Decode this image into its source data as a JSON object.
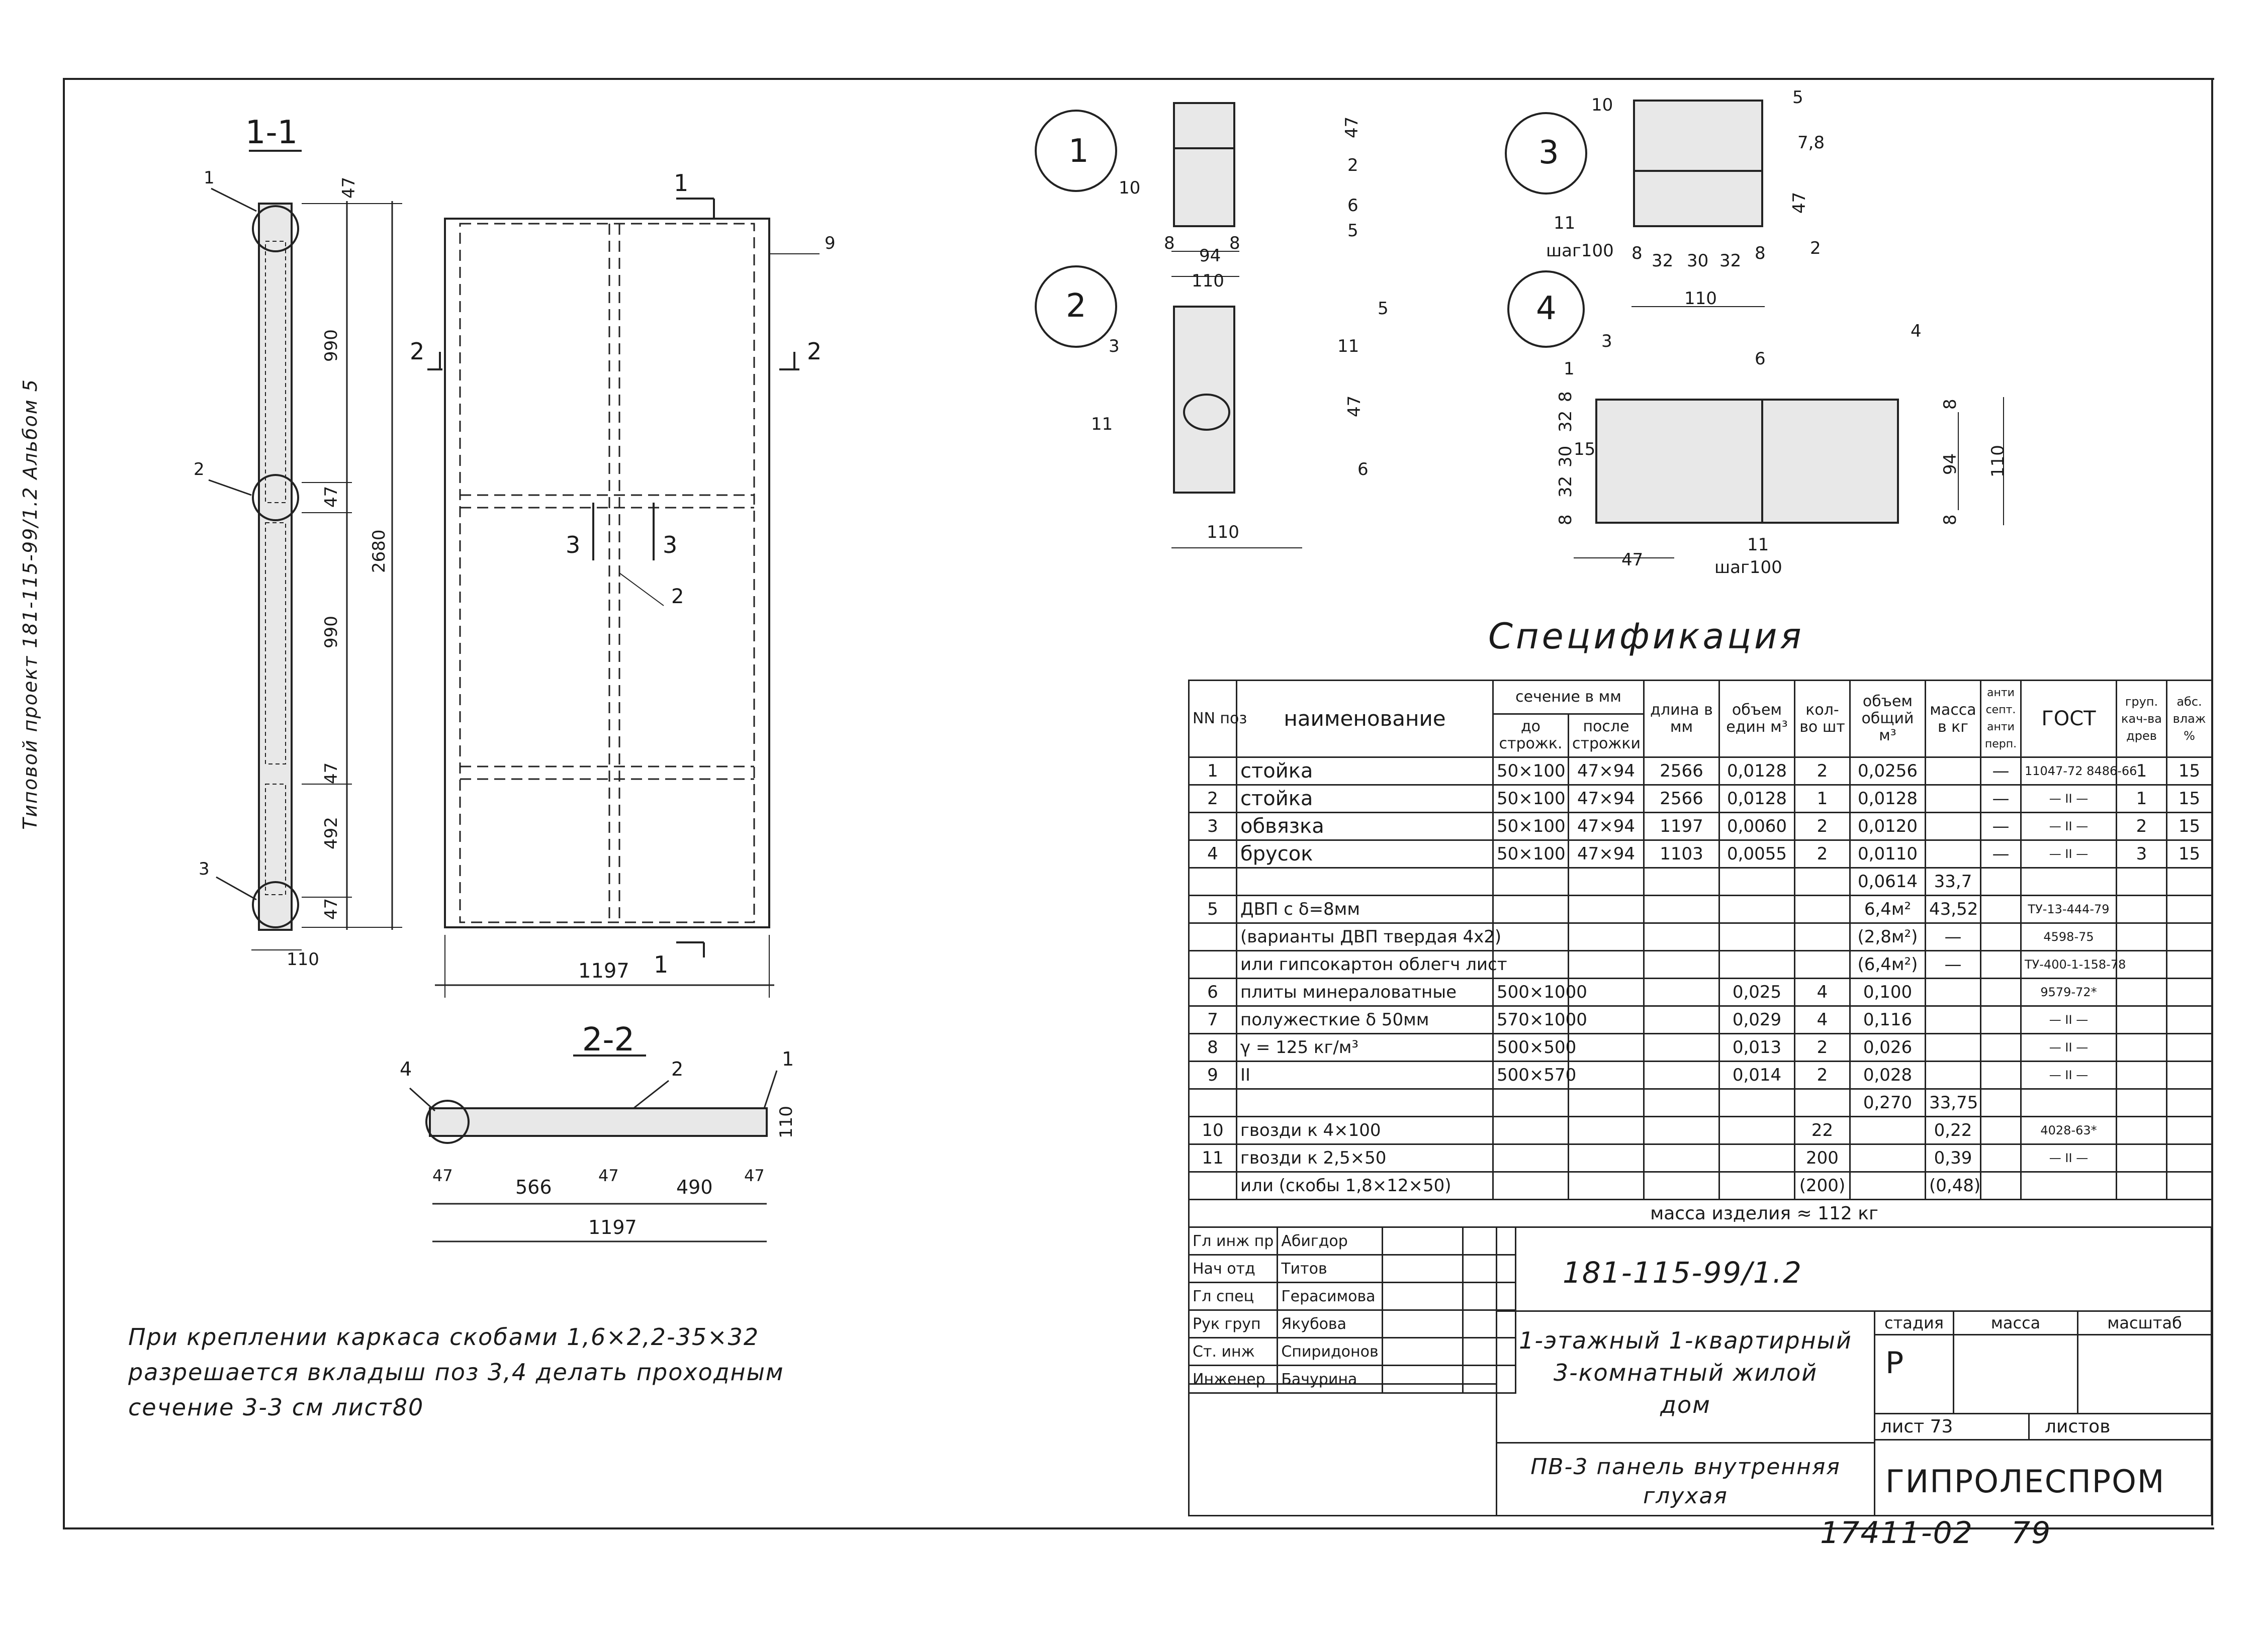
{
  "sheet": {
    "side_stamp": "Типовой проект 181-115-99/1.2 Альбом 5",
    "bottom_number": "17411-02",
    "page_number": "79"
  },
  "sections": {
    "s11": "1-1",
    "s22": "2-2",
    "s11_markers": [
      "1",
      "2",
      "3"
    ],
    "s11_dims": [
      "47",
      "990",
      "47",
      "990",
      "47",
      "492",
      "47",
      "2680",
      "110"
    ],
    "front_labels": [
      "1",
      "1",
      "2",
      "2",
      "3",
      "3",
      "9",
      "2"
    ],
    "front_width": "1197",
    "s22_markers": [
      "4",
      "2",
      "1"
    ],
    "s22_dims": [
      "47",
      "566",
      "47",
      "490",
      "47",
      "1197",
      "110"
    ]
  },
  "details": {
    "d1": {
      "num": "1",
      "labels": [
        "10",
        "2",
        "6",
        "5"
      ],
      "dims": [
        "47",
        "8",
        "94",
        "8",
        "110"
      ]
    },
    "d2": {
      "num": "2",
      "labels": [
        "3",
        "11",
        "5",
        "11",
        "6"
      ],
      "dims": [
        "47",
        "110"
      ]
    },
    "d3": {
      "num": "3",
      "labels": [
        "10",
        "5",
        "7,8",
        "11",
        "шаг100",
        "2"
      ],
      "dims": [
        "47",
        "8",
        "32",
        "30",
        "32",
        "8",
        "110"
      ]
    },
    "d4": {
      "num": "4",
      "labels": [
        "3",
        "1",
        "6",
        "4",
        "15",
        "11",
        "шаг100"
      ],
      "dims": [
        "8",
        "32",
        "30",
        "32",
        "8",
        "47",
        "8",
        "94",
        "8",
        "110"
      ]
    }
  },
  "note": {
    "line1": "При креплении каркаса скобами 1,6×2,2-35×32",
    "line2": "разрешается вкладыш поз 3,4 делать проходным",
    "line3": "сечение 3-3 см лист80"
  },
  "spec": {
    "title": "Спецификация",
    "headers": {
      "nn": "NN поз",
      "name": "наименование",
      "section": "сечение в мм",
      "before": "до строжк.",
      "after": "после строжки",
      "length": "длина в мм",
      "vol_unit": "объем един м³",
      "qty": "кол-во шт",
      "vol_total": "объем общий м³",
      "mass": "масса в кг",
      "antisept": "анти септ. анти перп.",
      "gost": "ГОСТ",
      "group": "груп. кач-ва древ",
      "moisture": "абс. влаж %"
    },
    "rows": [
      [
        "1",
        "стойка",
        "50×100",
        "47×94",
        "2566",
        "0,0128",
        "2",
        "0,0256",
        "",
        "—",
        "11047-72 8486-66",
        "1",
        "15"
      ],
      [
        "2",
        "стойка",
        "50×100",
        "47×94",
        "2566",
        "0,0128",
        "1",
        "0,0128",
        "",
        "—",
        "— II —",
        "1",
        "15"
      ],
      [
        "3",
        "обвязка",
        "50×100",
        "47×94",
        "1197",
        "0,0060",
        "2",
        "0,0120",
        "",
        "—",
        "— II —",
        "2",
        "15"
      ],
      [
        "4",
        "брусок",
        "50×100",
        "47×94",
        "1103",
        "0,0055",
        "2",
        "0,0110",
        "",
        "—",
        "— II —",
        "3",
        "15"
      ],
      [
        "",
        "",
        "",
        "",
        "",
        "",
        "",
        "0,0614",
        "33,7",
        "",
        "",
        "",
        ""
      ],
      [
        "5",
        "ДВП с δ=8мм",
        "",
        "",
        "",
        "",
        "",
        "6,4м²",
        "43,52",
        "",
        "ТУ-13-444-79",
        "",
        ""
      ],
      [
        "",
        "(варианты ДВП твердая 4х2)",
        "",
        "",
        "",
        "",
        "",
        "(2,8м²)",
        "—",
        "",
        "4598-75",
        "",
        ""
      ],
      [
        "",
        "или гипсокартон облегч лист",
        "",
        "",
        "",
        "",
        "",
        "(6,4м²)",
        "—",
        "",
        "ТУ-400-1-158-78",
        "",
        ""
      ],
      [
        "6",
        "плиты минераловатные",
        "500×1000",
        "",
        "",
        "0,025",
        "4",
        "0,100",
        "",
        "",
        "9579-72*",
        "",
        ""
      ],
      [
        "7",
        "полужесткие δ 50мм",
        "570×1000",
        "",
        "",
        "0,029",
        "4",
        "0,116",
        "",
        "",
        "— II —",
        "",
        ""
      ],
      [
        "8",
        "γ = 125 кг/м³",
        "500×500",
        "",
        "",
        "0,013",
        "2",
        "0,026",
        "",
        "",
        "— II —",
        "",
        ""
      ],
      [
        "9",
        "II",
        "500×570",
        "",
        "",
        "0,014",
        "2",
        "0,028",
        "",
        "",
        "— II —",
        "",
        ""
      ],
      [
        "",
        "",
        "",
        "",
        "",
        "",
        "",
        "0,270",
        "33,75",
        "",
        "",
        "",
        ""
      ],
      [
        "10",
        "гвозди к 4×100",
        "",
        "",
        "",
        "",
        "22",
        "",
        "0,22",
        "",
        "4028-63*",
        "",
        ""
      ],
      [
        "11",
        "гвозди к 2,5×50",
        "",
        "",
        "",
        "",
        "200",
        "",
        "0,39",
        "",
        "— II —",
        "",
        ""
      ],
      [
        "",
        "или (скобы 1,8×12×50)",
        "",
        "",
        "",
        "",
        "(200)",
        "",
        "(0,48)",
        "",
        "",
        "",
        ""
      ]
    ],
    "total_mass": "масса изделия ≈ 112 кг"
  },
  "titleblock": {
    "signers": [
      [
        "Гл инж пр",
        "Абигдор"
      ],
      [
        "Нач отд",
        "Титов"
      ],
      [
        "Гл спец",
        "Герасимова"
      ],
      [
        "Рук груп",
        "Якубова"
      ],
      [
        "Ст. инж",
        "Спиридонов"
      ],
      [
        "Инженер",
        "Бачурина"
      ]
    ],
    "code": "181-115-99/1.2",
    "project_name_l1": "1-этажный 1-квартирный",
    "project_name_l2": "3-комнатный жилой",
    "project_name_l3": "дом",
    "drawing_name_l1": "ПВ-3 панель внутренняя",
    "drawing_name_l2": "глухая",
    "stage_label": "стадия",
    "mass_label": "масса",
    "scale_label": "масштаб",
    "stage": "Р",
    "sheet_label": "лист 73",
    "sheets_label": "листов",
    "org": "ГИПРОЛЕСПРОМ"
  }
}
